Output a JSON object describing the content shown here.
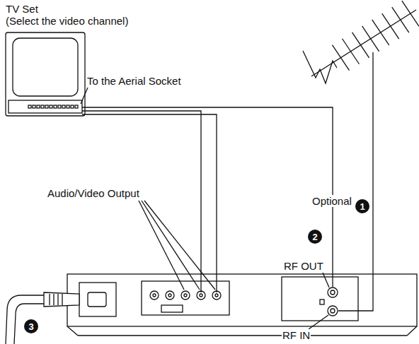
{
  "diagram": {
    "nodes": [
      {
        "text": [
          "TV Set",
          "(Select the video channel)"
        ]
      }
    ],
    "labels": [
      "To the Aerial Socket",
      "Optional",
      "1",
      "2",
      "Audio/Video Output",
      "RF OUT",
      "RF IN",
      "3"
    ]
  }
}
